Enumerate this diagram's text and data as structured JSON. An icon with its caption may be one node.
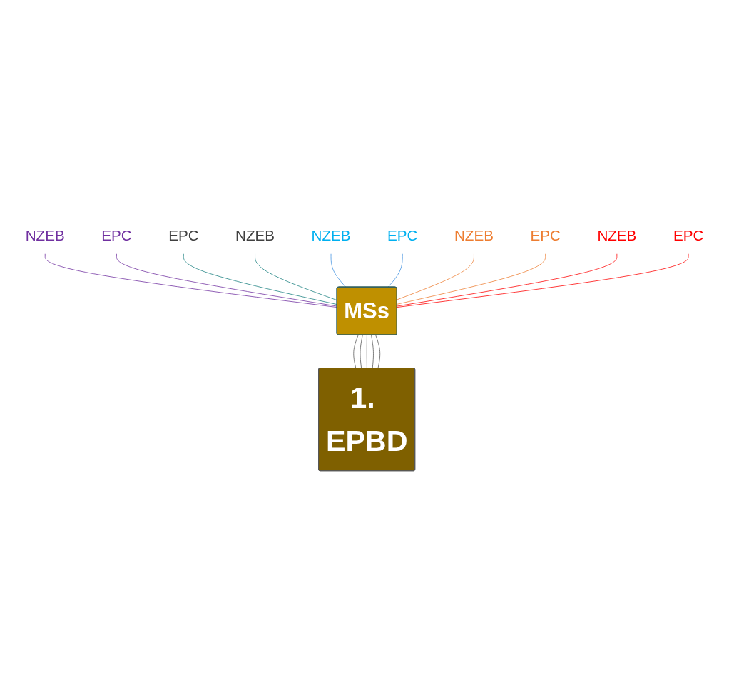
{
  "diagram": {
    "nodes": [
      {
        "text": [
          "EPC"
        ]
      },
      {
        "text": [
          "NZEB"
        ]
      },
      {
        "text": [
          "EPC"
        ]
      },
      {
        "text": [
          "NZEB"
        ]
      },
      {
        "text": [
          "NZEB"
        ]
      },
      {
        "text": [
          "EPC"
        ]
      },
      {
        "text": [
          "EPC"
        ]
      },
      {
        "text": [
          "NZEB"
        ]
      },
      {
        "text": [
          "NZEB"
        ]
      },
      {
        "text": [
          "EPC"
        ]
      },
      {
        "text": [
          "MSs"
        ]
      },
      {
        "text": [
          "1. EPBD"
        ]
      }
    ],
    "edges": [
      {
        "from": 4,
        "to": 10,
        "arrow": "none",
        "color": "#7030a0"
      },
      {
        "from": 0,
        "to": 10,
        "arrow": "none",
        "color": "#7030a0"
      },
      {
        "from": 6,
        "to": 10,
        "arrow": "none",
        "color": "#1a8080"
      },
      {
        "from": 8,
        "to": 10,
        "arrow": "none",
        "color": "#1a8080"
      },
      {
        "from": 1,
        "to": 10,
        "arrow": "none",
        "color": "#3d8fe0"
      },
      {
        "from": 2,
        "to": 10,
        "arrow": "none",
        "color": "#3d8fe0"
      },
      {
        "from": 3,
        "to": 10,
        "arrow": "none",
        "color": "#ed7d31"
      },
      {
        "from": 5,
        "to": 10,
        "arrow": "none",
        "color": "#ed7d31"
      },
      {
        "from": 7,
        "to": 10,
        "arrow": "none",
        "color": "#ff0000"
      },
      {
        "from": 9,
        "to": 10,
        "arrow": "none",
        "color": "#ff0000"
      },
      {
        "from": 10,
        "to": 11,
        "arrow": "none"
      },
      {
        "from": 10,
        "to": 11,
        "arrow": "none"
      },
      {
        "from": 10,
        "to": 11,
        "arrow": "none"
      },
      {
        "from": 10,
        "to": 11,
        "arrow": "none"
      },
      {
        "from": 10,
        "to": 11,
        "arrow": "none"
      }
    ]
  }
}
